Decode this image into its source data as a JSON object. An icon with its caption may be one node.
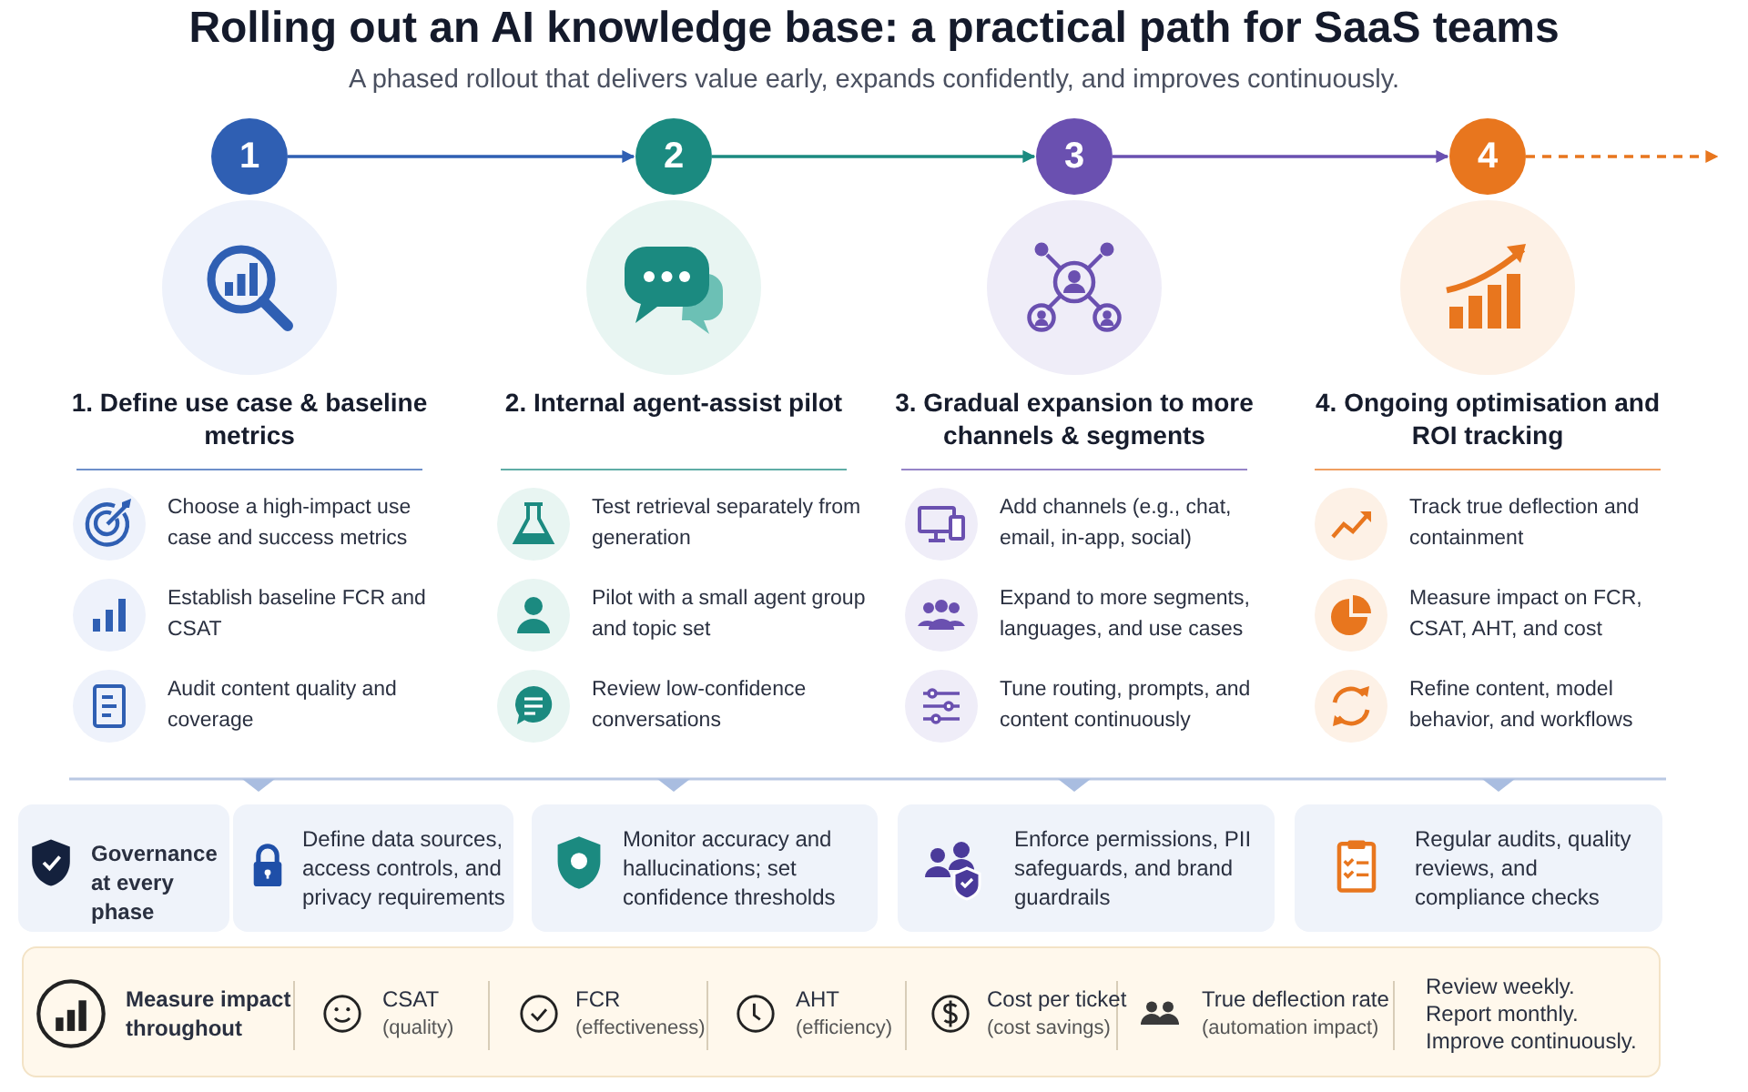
{
  "diagram": {
    "title": "Rolling out an AI knowledge base: a practical path for SaaS teams",
    "nodes": [
      {
        "text": [
          "1"
        ]
      },
      {
        "text": [
          "2"
        ]
      },
      {
        "text": [
          "3"
        ]
      },
      {
        "text": [
          "4"
        ]
      },
      {
        "text": [
          "Governance at every phase"
        ]
      },
      {
        "text": [
          "Define data sources, access controls, and privacy requirements"
        ]
      },
      {
        "text": [
          "Monitor accuracy and hallucinations; set confidence thresholds"
        ]
      },
      {
        "text": [
          "Enforce permissions, PII safeguards, and brand guardrails"
        ]
      },
      {
        "text": [
          "Regular audits, quality reviews, and compliance checks"
        ]
      },
      {
        "text": [
          "Measure impact throughout",
          "CSAT",
          "(quality)",
          "FCR",
          "(effectiveness)",
          "AHT",
          "(efficiency)",
          "Cost per ticket",
          "(cost savings)",
          "True deflection rate",
          "(automation impact)",
          "Review weekly.",
          "Report monthly.",
          "Improve continuously."
        ]
      }
    ],
    "edges": [
      {
        "from": 0,
        "to": 1,
        "arrow": "to",
        "color": "#2f5fb3"
      },
      {
        "from": 1,
        "to": 2,
        "arrow": "to",
        "color": "#1b8a80"
      },
      {
        "from": 2,
        "to": 3,
        "arrow": "to",
        "color": "#6a50b0"
      },
      {
        "from": 3,
        "to": null,
        "arrow": "to",
        "style": "dashed",
        "color": "#e8761e"
      }
    ],
    "labels": [
      "A phased rollout that delivers value early, expands confidently, and improves continuously.",
      "1. Define use case & baseline metrics",
      "Choose a high-impact use case and success metrics",
      "Establish baseline FCR and CSAT",
      "Audit content quality and coverage",
      "2. Internal agent-assist pilot",
      "Test retrieval separately from generation",
      "Pilot with a small agent group and topic set",
      "Review low-confidence conversations",
      "3. Gradual expansion to more channels & segments",
      "Add channels (e.g., chat, email, in-app, social)",
      "Expand to more segments, languages, and use cases",
      "Tune routing, prompts, and content continuously",
      "4. Ongoing optimisation and ROI tracking",
      "Track true deflection and containment",
      "Measure impact on FCR, CSAT, AHT, and cost",
      "Refine content, model behavior, and workflows"
    ]
  }
}
